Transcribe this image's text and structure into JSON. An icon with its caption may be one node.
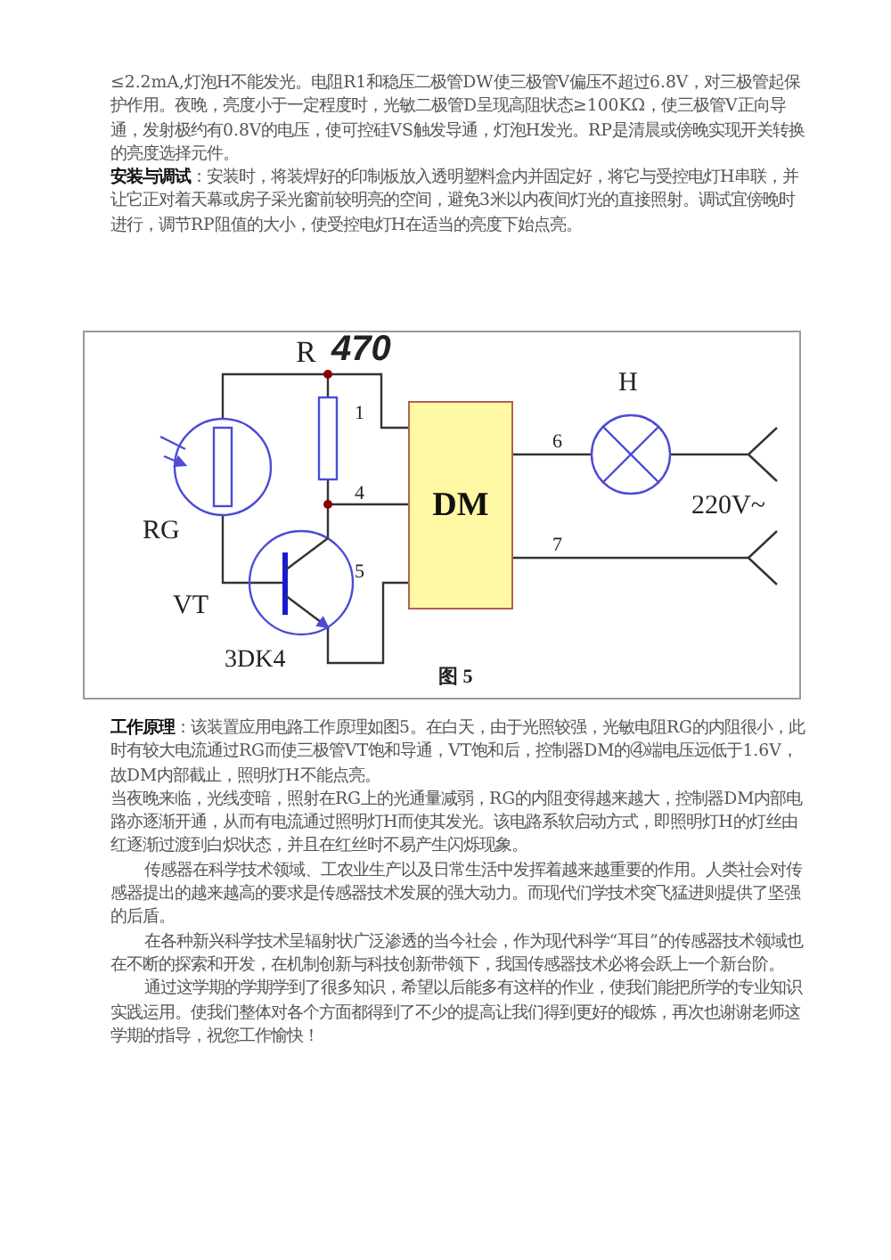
{
  "diagram": {
    "nodes": [
      {
        "text": [
          "DM"
        ]
      }
    ],
    "edges": [],
    "labels": [
      "≤2.2mA,灯泡H不能发光。电阻R1和稳压二极管DW使三极管V偏压不超过6.8V，对三极管起保护作用。夜晚，亮度小于一定程度时，光敏二极管D呈现高阻状态≥100KΩ，使三极管V正向导通，发射极约有0.8V的电压，使可控硅VS触发导通，灯泡H发光。RP是清晨或傍晚实现开关转换的亮度选择元件。",
      "**安装与调试**：安装时，将装焊好的印制板放入透明塑料盒内并固定好，将它与受控电灯H串联，并让它正对着天幕或房子采光窗前较明亮的空间，避免3米以内夜间灯光的直接照射。调试宜傍晚时进行，调节RP阻值的大小，使受控电灯H在适当的亮度下始点亮。",
      "R",
      "470",
      "H",
      "1",
      "6",
      "4",
      "220V~",
      "RG",
      "7",
      "5",
      "VT",
      "3DK4",
      "图 5",
      "**工作原理**：该装置应用电路工作原理如图5。在白天，由于光照较强，光敏电阻RG的内阻很小，此时有较大电流通过RG而使三极管VT饱和导通，VT饱和后，控制器DM的④端电压远低于1.6V，故DM内部截止，照明灯H不能点亮。",
      "当夜晚来临，光线变暗，照射在RG上的光通量减弱，RG的内阻变得越来越大，控制器DM内部电路亦逐渐开通，从而有电流通过照明灯H而使其发光。该电路系软启动方式，即照明灯H的灯丝由红逐渐过渡到白炽状态，并且在红丝时不易产生闪烁现象。",
      "传感器在科学技术领域、工农业生产以及日常生活中发挥着越来越重要的作用。人类社会对传感器提出的越来越高的要求是传感器技术发展的强大动力。而现代们学技术突飞猛进则提供了坚强的后盾。",
      "在各种新兴科学技术呈辐射状广泛渗透的当今社会，作为现代科学“耳目”的传感器技术领域也在不断的探索和开发，在机制创新与科技创新带领下，我国传感器技术必将会跃上一个新台阶。",
      "通过这学期的学期学到了很多知识，希望以后能多有这样的作业，使我们能把所学的专业知识实践运用。使我们整体对各个方面都得到了不少的提高让我们得到更好的锻炼，再次也谢谢老师这学期的指导，祝您工作愉快！"
    ]
  }
}
